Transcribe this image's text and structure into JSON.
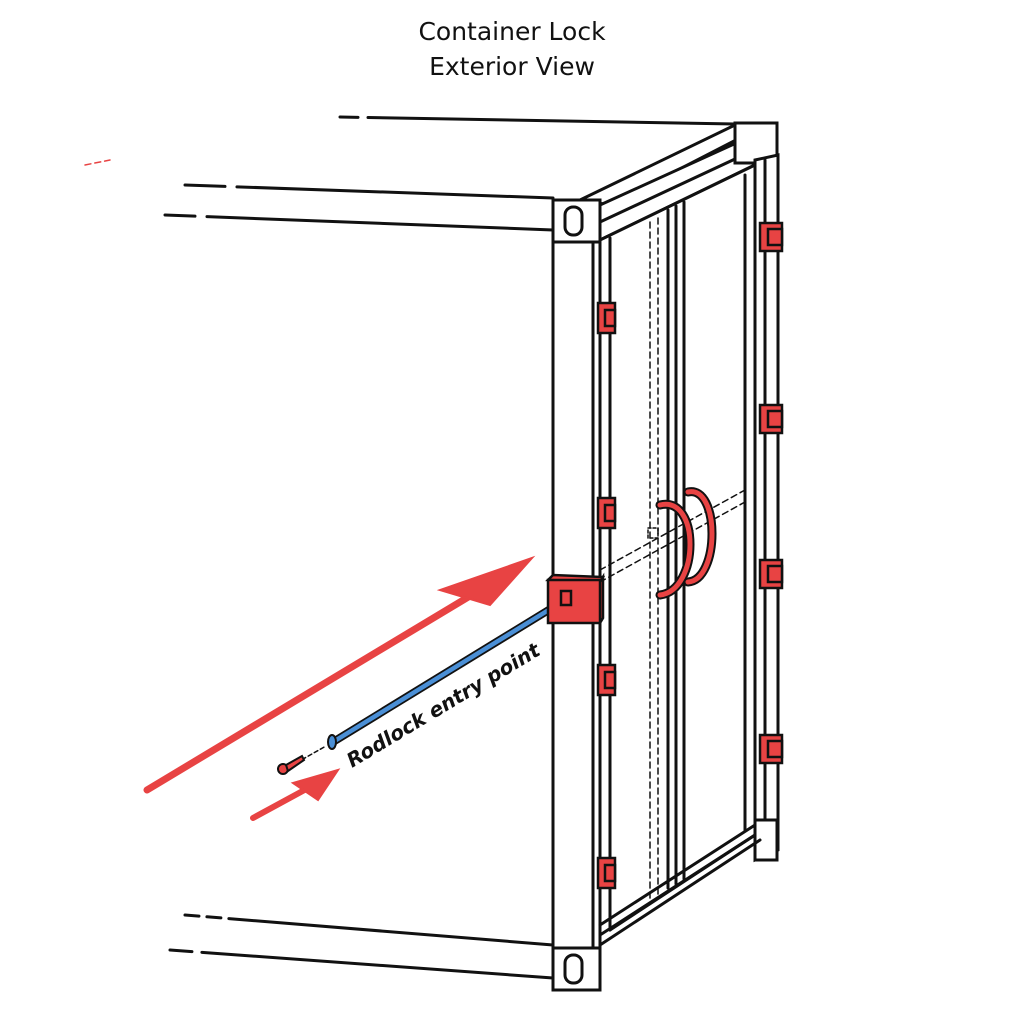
{
  "title": {
    "line1": "Container Lock",
    "line2": "Exterior View"
  },
  "annotation": {
    "label": "Rodlock entry point"
  },
  "colors": {
    "lock_red": "#e84343",
    "rod_blue": "#4a8fd6",
    "outline": "#111111"
  },
  "icons": [
    "key-icon",
    "arrow-icon",
    "lock-box-icon",
    "hinge-icon",
    "door-handle-icon"
  ]
}
